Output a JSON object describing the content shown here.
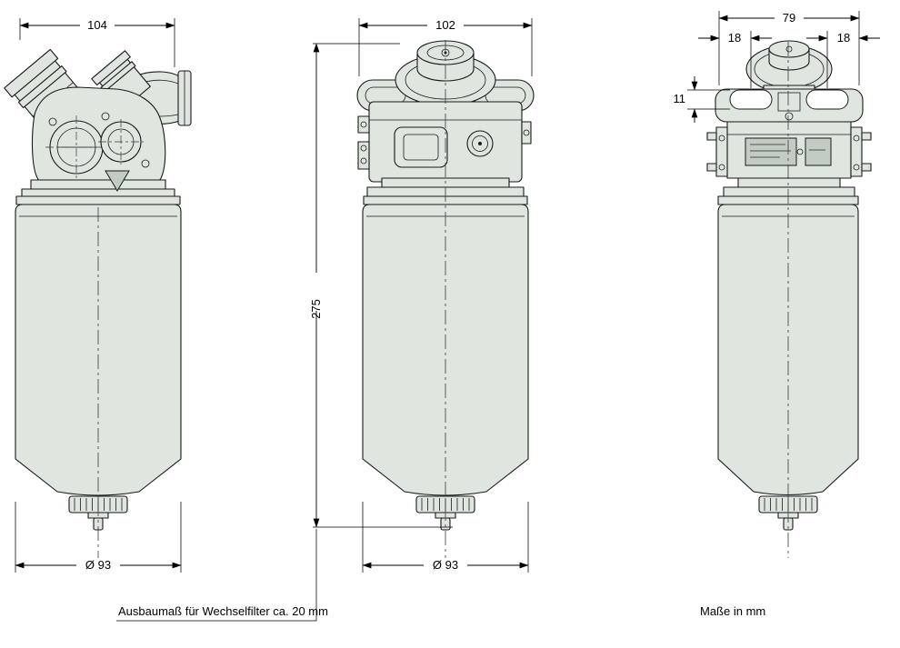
{
  "drawing": {
    "views": {
      "left": {
        "width": "104",
        "diameter": "Ø 93"
      },
      "front": {
        "width": "102",
        "height": "275",
        "diameter": "Ø 93"
      },
      "side": {
        "width": "79",
        "offset_left": "18",
        "offset_right": "18",
        "slot_height": "11"
      }
    },
    "notes": {
      "clearance": "Ausbaumaß für Wechselfilter ca. 20 mm",
      "units": "Maße in mm"
    },
    "colors": {
      "body_fill": "#dfe5df",
      "detail_fill": "#c2ccc2",
      "outline": "#1a1a1a",
      "dimension": "#000000",
      "background": "#ffffff"
    }
  }
}
